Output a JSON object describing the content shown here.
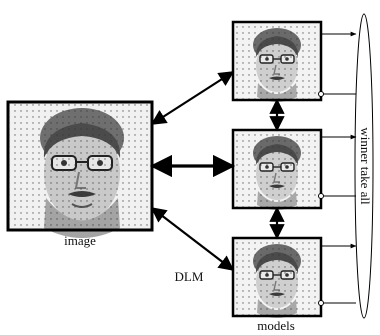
{
  "labels": {
    "image": "image",
    "dlm": "DLM",
    "models": "models",
    "winner": "winner take all"
  },
  "colors": {
    "frame": "#000000",
    "dot_grid": "#333333",
    "face_light": "#d8d8d8",
    "face_mid": "#9a9a9a",
    "face_dark": "#2a2a2a"
  },
  "icons": {
    "image_face": "face-photo",
    "model_faces": "face-photo"
  }
}
